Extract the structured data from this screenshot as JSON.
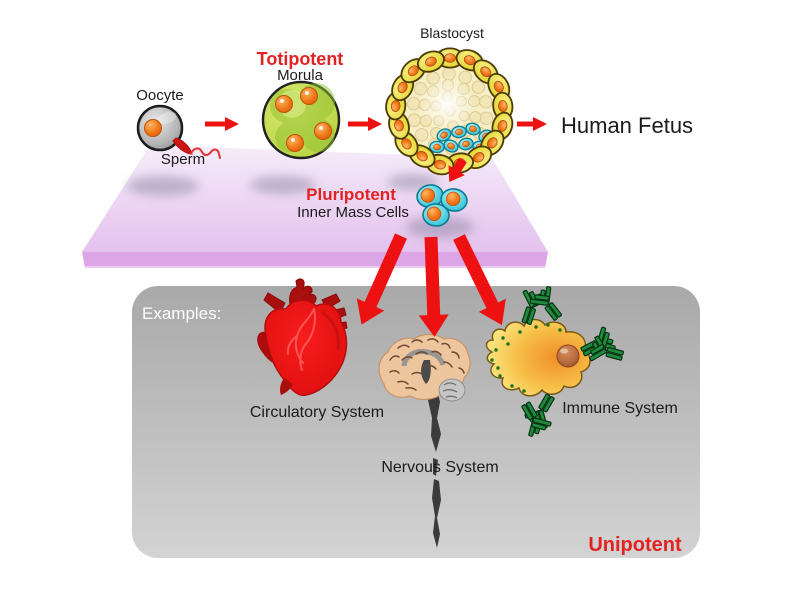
{
  "labels": {
    "oocyte": "Oocyte",
    "sperm": "Sperm",
    "totipotent": "Totipotent",
    "morula": "Morula",
    "blastocyst": "Blastocyst",
    "human_fetus": "Human Fetus",
    "pluripotent": "Pluripotent",
    "inner_mass_cells": "Inner Mass Cells"
  },
  "examples_box": {
    "heading": "Examples:",
    "potency_label": "Unipotent",
    "items": [
      {
        "label": "Circulatory System",
        "icon": "heart"
      },
      {
        "label": "Nervous System",
        "icon": "brain-spinal-cord"
      },
      {
        "label": "Immune System",
        "icon": "macrophage-antibodies"
      }
    ]
  },
  "colors": {
    "accent_red": "#e32322",
    "arrow_red": "#ee1111",
    "platform_purple": "#e5c4ef",
    "box_gray": "#b4b4b4",
    "morula_green": "#c3da4e",
    "cell_yellow": "#e8d83a",
    "cell_cyan": "#4ecfe0",
    "nucleus_orange": "#f07818",
    "antibody_green": "#1f8b3f"
  }
}
